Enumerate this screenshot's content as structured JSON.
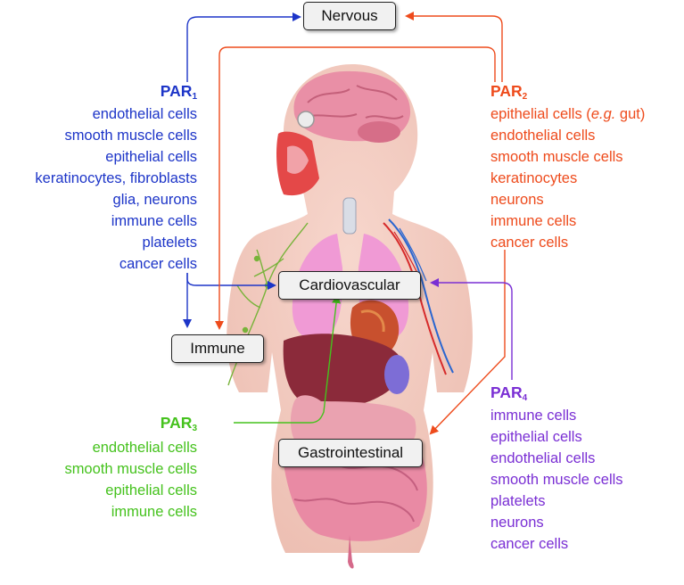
{
  "boxes": {
    "nervous": "Nervous",
    "cardiovascular": "Cardiovascular",
    "immune": "Immune",
    "gastrointestinal": "Gastrointestinal"
  },
  "par1": {
    "title": "PAR",
    "subscript": "1",
    "color": "#1d35c8",
    "items": [
      "endothelial cells",
      "smooth muscle cells",
      "epithelial cells",
      "keratinocytes, fibroblasts",
      "glia, neurons",
      "immune cells",
      "platelets",
      "cancer cells"
    ]
  },
  "par2": {
    "title": "PAR",
    "subscript": "2",
    "color": "#ee4b1c",
    "first_item_prefix": "epithelial cells (",
    "first_item_italic": "e.g.",
    "first_item_suffix": " gut)",
    "items": [
      "endothelial cells",
      "smooth muscle cells",
      "keratinocytes",
      "neurons",
      "immune cells",
      "cancer cells"
    ]
  },
  "par3": {
    "title": "PAR",
    "subscript": "3",
    "color": "#45c21d",
    "items": [
      "endothelial cells",
      "smooth muscle cells",
      "epithelial cells",
      "immune cells"
    ]
  },
  "par4": {
    "title": "PAR",
    "subscript": "4",
    "color": "#7a2fd4",
    "items": [
      "immune cells",
      "epithelial cells",
      "endothelial cells",
      "smooth muscle cells",
      "platelets",
      "neurons",
      "cancer cells"
    ]
  }
}
